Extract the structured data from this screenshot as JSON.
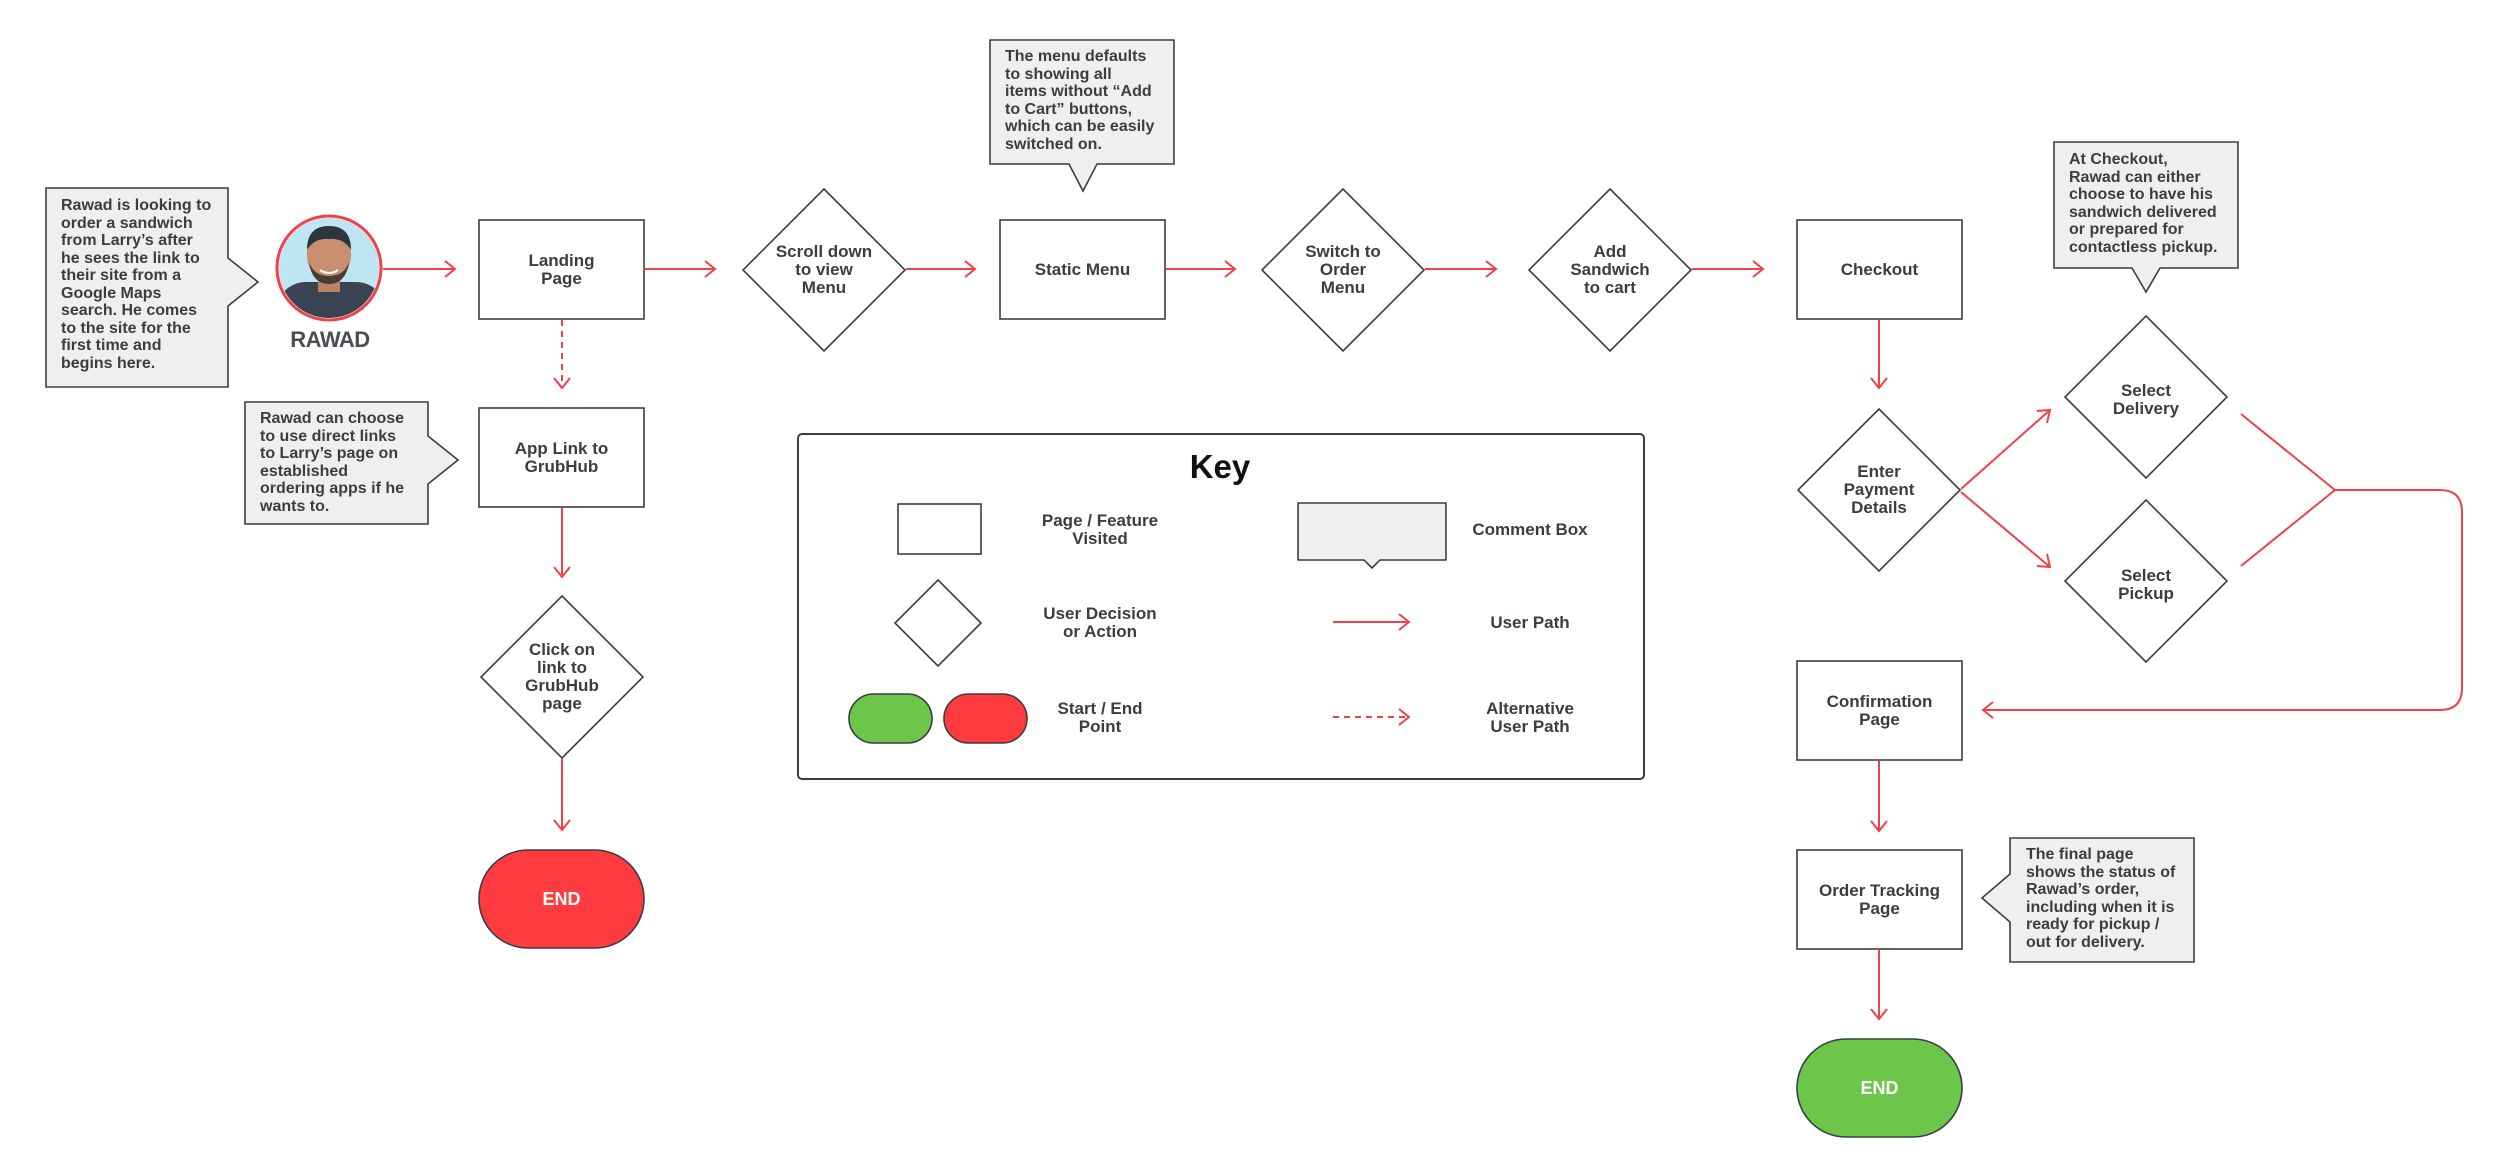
{
  "persona": {
    "name": "RAWAD",
    "colors": {
      "ring": "#ef4147",
      "skin": "#c98f6e",
      "sky": "#bfe4f2",
      "hair": "#2d3540",
      "shirt": "#3a4352"
    }
  },
  "comments": {
    "intro": "Rawad is looking to\norder a sandwich\nfrom Larry’s after\nhe sees the link to\ntheir site from a\nGoogle Maps\nsearch.  He comes\nto the site for the\nfirst time and\nbegins here.",
    "grubhub": "Rawad can choose\nto use direct links\nto Larry’s page on\nestablished\nordering apps if he\nwants to.",
    "menu": "The menu defaults\nto showing all\nitems without “Add\nto Cart” buttons,\nwhich can be easily\nswitched on.",
    "checkout": "At Checkout,\nRawad can either\nchoose to have his\nsandwich delivered\nor prepared for\ncontactless pickup.",
    "final": "The final page\nshows the status of\nRawad’s order,\nincluding when it is\nready for pickup /\nout for delivery."
  },
  "nodes": {
    "landing": "Landing\nPage",
    "scroll": "Scroll down\nto view\nMenu",
    "static_menu": "Static Menu",
    "switch": "Switch to\nOrder\nMenu",
    "add": "Add\nSandwich\nto cart",
    "checkout": "Checkout",
    "app_link": "App Link to\nGrubHub",
    "click_link": "Click on\nlink to\nGrubHub\npage",
    "end_left": "END",
    "payment": "Enter\nPayment\nDetails",
    "delivery": "Select\nDelivery",
    "pickup": "Select\nPickup",
    "confirmation": "Confirmation\nPage",
    "tracking": "Order Tracking\nPage",
    "end_right": "END"
  },
  "key": {
    "title": "Key",
    "page_feature": "Page / Feature\nVisited",
    "comment_box": "Comment Box",
    "user_decision": "User Decision\nor Action",
    "user_path": "User Path",
    "start_end": "Start / End\nPoint",
    "alt_path": "Alternative\nUser Path"
  },
  "colors": {
    "arrow": "#ef4147",
    "node_stroke": "#3a3d42",
    "comment_fill": "#efefef",
    "end_red": "#ff3b3f",
    "end_green": "#6cc64a"
  }
}
